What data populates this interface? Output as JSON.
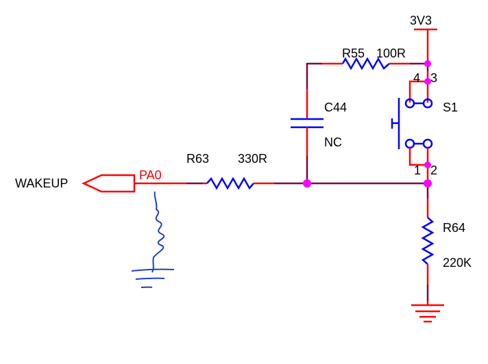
{
  "supply": {
    "label": "3V3"
  },
  "port": {
    "net_name": "WAKEUP",
    "pin_label": "PA0"
  },
  "r55": {
    "ref": "R55",
    "value": "100R"
  },
  "r63": {
    "ref": "R63",
    "value": "330R"
  },
  "r64": {
    "ref": "R64",
    "value": "220K"
  },
  "c44": {
    "ref": "C44",
    "value": "NC"
  },
  "s1": {
    "ref": "S1",
    "pin4": "4",
    "pin3": "3",
    "pin1": "1",
    "pin2": "2"
  },
  "colors": {
    "wire": "#800040",
    "pin": "#ff0000",
    "body": "#0000ff",
    "junction": "#ff00ff",
    "annotation": "#1a3fcc"
  }
}
